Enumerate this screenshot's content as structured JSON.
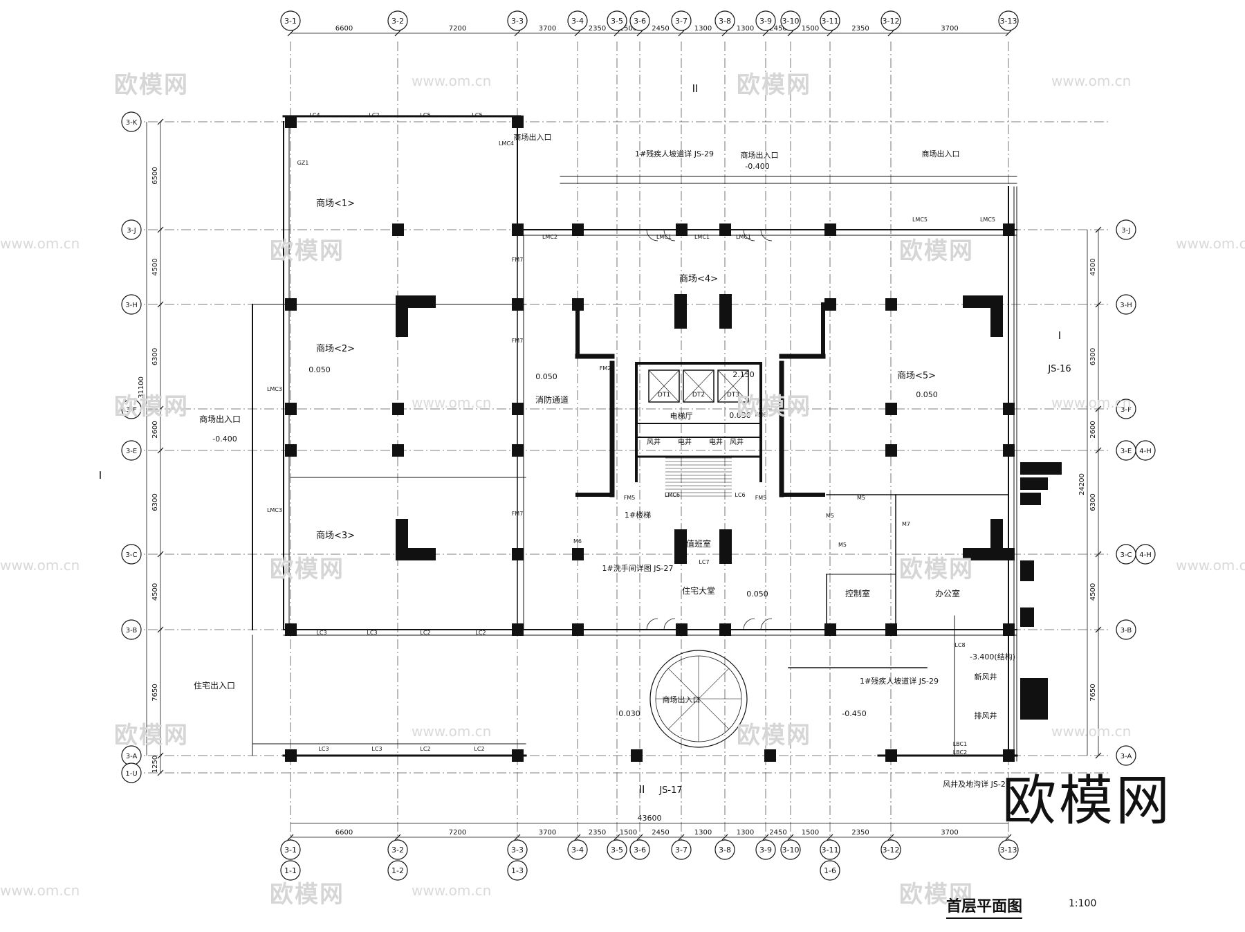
{
  "drawing": {
    "title": "首层平面图",
    "scale": "1:100",
    "brand_watermark": "欧模网",
    "url_watermark": "www.om.cn"
  },
  "axes_x": [
    "3-1",
    "3-2",
    "3-3",
    "3-4",
    "3-5",
    "3-6",
    "3-7",
    "3-8",
    "3-9",
    "3-10",
    "3-11",
    "3-12",
    "3-13"
  ],
  "axes_x_bottom": [
    "1-1",
    "1-2",
    "1-3",
    "1-6"
  ],
  "axes_y": [
    "3-K",
    "3-J",
    "3-H",
    "3-F",
    "3-E",
    "3-C",
    "3-B",
    "3-A",
    "1-U"
  ],
  "axes_y_right_extra": [
    "4-H",
    "4-H"
  ],
  "dims_top_main": [
    "6600",
    "7200",
    "3700",
    "2350",
    "1500",
    "2450",
    "1300",
    "1300",
    "2450",
    "1500",
    "2350",
    "3700",
    "7200"
  ],
  "dims_bottom_main": [
    "6600",
    "7200",
    "3700",
    "2350",
    "1500",
    "2450",
    "1300",
    "1300",
    "2450",
    "1500",
    "2350",
    "3700",
    "7200"
  ],
  "dims_overall_bottom": "43600",
  "dims_left": [
    "6500",
    "4500",
    "6300",
    "2600",
    "6300",
    "4500",
    "7650",
    "1250"
  ],
  "dims_left_total": "31100",
  "dims_right": [
    "4500",
    "6300",
    "2600",
    "6300",
    "4500",
    "7650"
  ],
  "dims_right_total": "24200",
  "rooms": {
    "r1": "商场<1>",
    "r2": "商场<2>",
    "r3": "商场<3>",
    "r4": "商场<4>",
    "r5": "商场<5>",
    "fire_passage": "消防通道",
    "elevator_hall": "电梯厅",
    "duty_room": "值班室",
    "lobby": "住宅大堂",
    "control_room": "控制室",
    "office": "办公室",
    "stair": "1#楼梯",
    "fresh_air": "新风井",
    "exhaust": "排风井",
    "wind_shaft": "风井",
    "elec_shaft": "电井",
    "mall_entry": "商场出入口",
    "res_entry": "住宅出入口",
    "ramp_note": "1#残疾人坡道详 JS-29",
    "toilet_note": "1#洗手间详图 JS-27",
    "shaft_note": "风井及地沟详 JS-27"
  },
  "elevators": [
    "DT1",
    "DT2",
    "DT3"
  ],
  "levels": [
    "-0.400",
    "0.050",
    "0.050",
    "0.050",
    "0.050",
    "-0.400",
    "0.030",
    "-0.450",
    "-3.400(结构)",
    "2.150",
    "0.030"
  ],
  "sections": {
    "s1": "I",
    "s2": "II",
    "js16": "JS-16",
    "js17": "JS-17"
  },
  "window_tags": [
    "LC4",
    "LC2",
    "LC5",
    "LC5",
    "LC3",
    "LC3",
    "LC2",
    "LC2",
    "LC3",
    "LC3",
    "LC2",
    "LC2",
    "LMC1",
    "LMC1",
    "LMC1",
    "LMC2",
    "LMC5",
    "LMC5",
    "LMC3",
    "LMC3",
    "LMC4",
    "LMC6",
    "LC6",
    "LC7",
    "LC8",
    "LBC1",
    "LBC2",
    "GZ1"
  ],
  "door_tags": [
    "FM7",
    "FM7",
    "FM7",
    "FM2",
    "FM5",
    "FM5",
    "FM6",
    "M5",
    "M5",
    "M6",
    "M7",
    "M5"
  ]
}
